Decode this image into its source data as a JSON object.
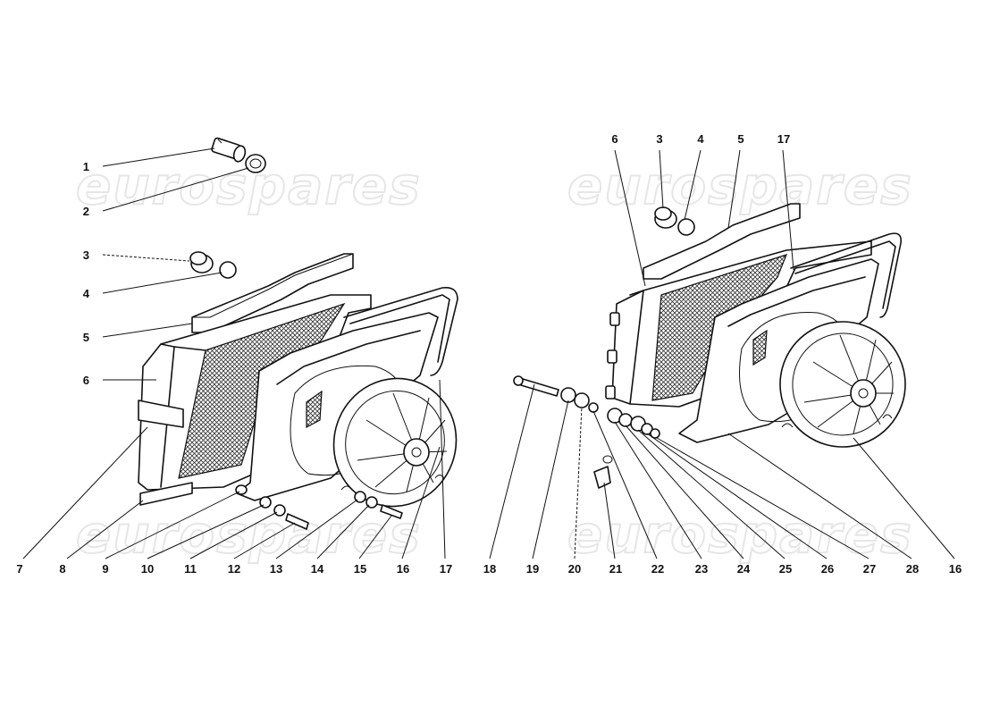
{
  "watermark": "eurospares",
  "left_view": {
    "callouts": [
      "1",
      "2",
      "3",
      "4",
      "5",
      "6",
      "7",
      "8",
      "9",
      "10",
      "11",
      "12",
      "13",
      "14",
      "15",
      "16",
      "17"
    ]
  },
  "right_view": {
    "callouts_top": [
      "6",
      "3",
      "4",
      "5",
      "17"
    ],
    "callouts_bottom": [
      "18",
      "19",
      "20",
      "21",
      "22",
      "23",
      "24",
      "25",
      "26",
      "27",
      "28",
      "16"
    ]
  }
}
